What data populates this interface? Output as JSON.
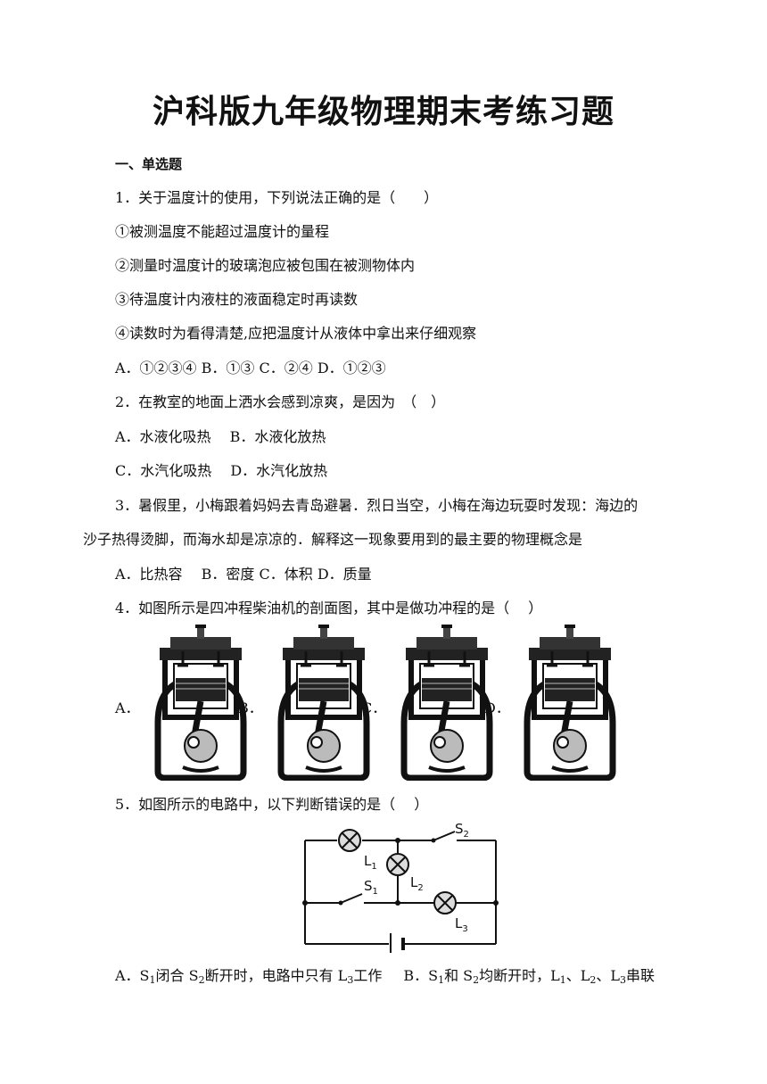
{
  "doc": {
    "title": "沪科版九年级物理期末考练习题",
    "section": "一、单选题"
  },
  "q1": {
    "stem": "1．关于温度计的使用，下列说法正确的是（　　）",
    "s1": "①被测温度不能超过温度计的量程",
    "s2": "②测量时温度计的玻璃泡应被包围在被测物体内",
    "s3": "③待温度计内液柱的液面稳定时再读数",
    "s4": "④读数时为看得清楚,应把温度计从液体中拿出来仔细观察",
    "options": "A．①②③④ B．①③ C．②④ D．①②③"
  },
  "q2": {
    "stem": "2．在教室的地面上洒水会感到凉爽，是因为　（　）",
    "opt_ab": "A．水液化吸热　 B．水液化放热",
    "opt_cd": "C．水汽化吸热　 D．水汽化放热"
  },
  "q3": {
    "stem_line1": "3．暑假里，小梅跟着妈妈去青岛避暑．烈日当空，小梅在海边玩耍时发现：海边的",
    "stem_line2": "沙子热得烫脚，而海水却是凉凉的．解释这一现象要用到的最主要的物理概念是",
    "options": "A．比热容　 B．密度 C．体积 D．质量"
  },
  "q4": {
    "stem": "4．如图所示是四冲程柴油机的剖面图，其中是做功冲程的是（　 ）",
    "labels": [
      "A．",
      "B．",
      "C．",
      "D．"
    ]
  },
  "q5": {
    "stem": "5．如图所示的电路中，以下判断错误的是（　 ）",
    "circuit_labels": {
      "s1": "S",
      "s1_sub": "1",
      "s2": "S",
      "s2_sub": "2",
      "l1": "L",
      "l1_sub": "1",
      "l2": "L",
      "l2_sub": "2",
      "l3": "L",
      "l3_sub": "3"
    },
    "option_a": {
      "p1": "A．S",
      "sub1": "1",
      "p2": "闭合 S",
      "sub2": "2",
      "p3": "断开时，电路中只有 L",
      "sub3": "3",
      "p4": "工作"
    },
    "option_b": {
      "p1": "B．S",
      "sub1": "1",
      "p2": "和 S",
      "sub2": "2",
      "p3": "均断开时，L",
      "sub3": "1",
      "p4": "、L",
      "sub4": "2",
      "p5": "、L",
      "sub5": "3",
      "p6": "串联"
    }
  }
}
